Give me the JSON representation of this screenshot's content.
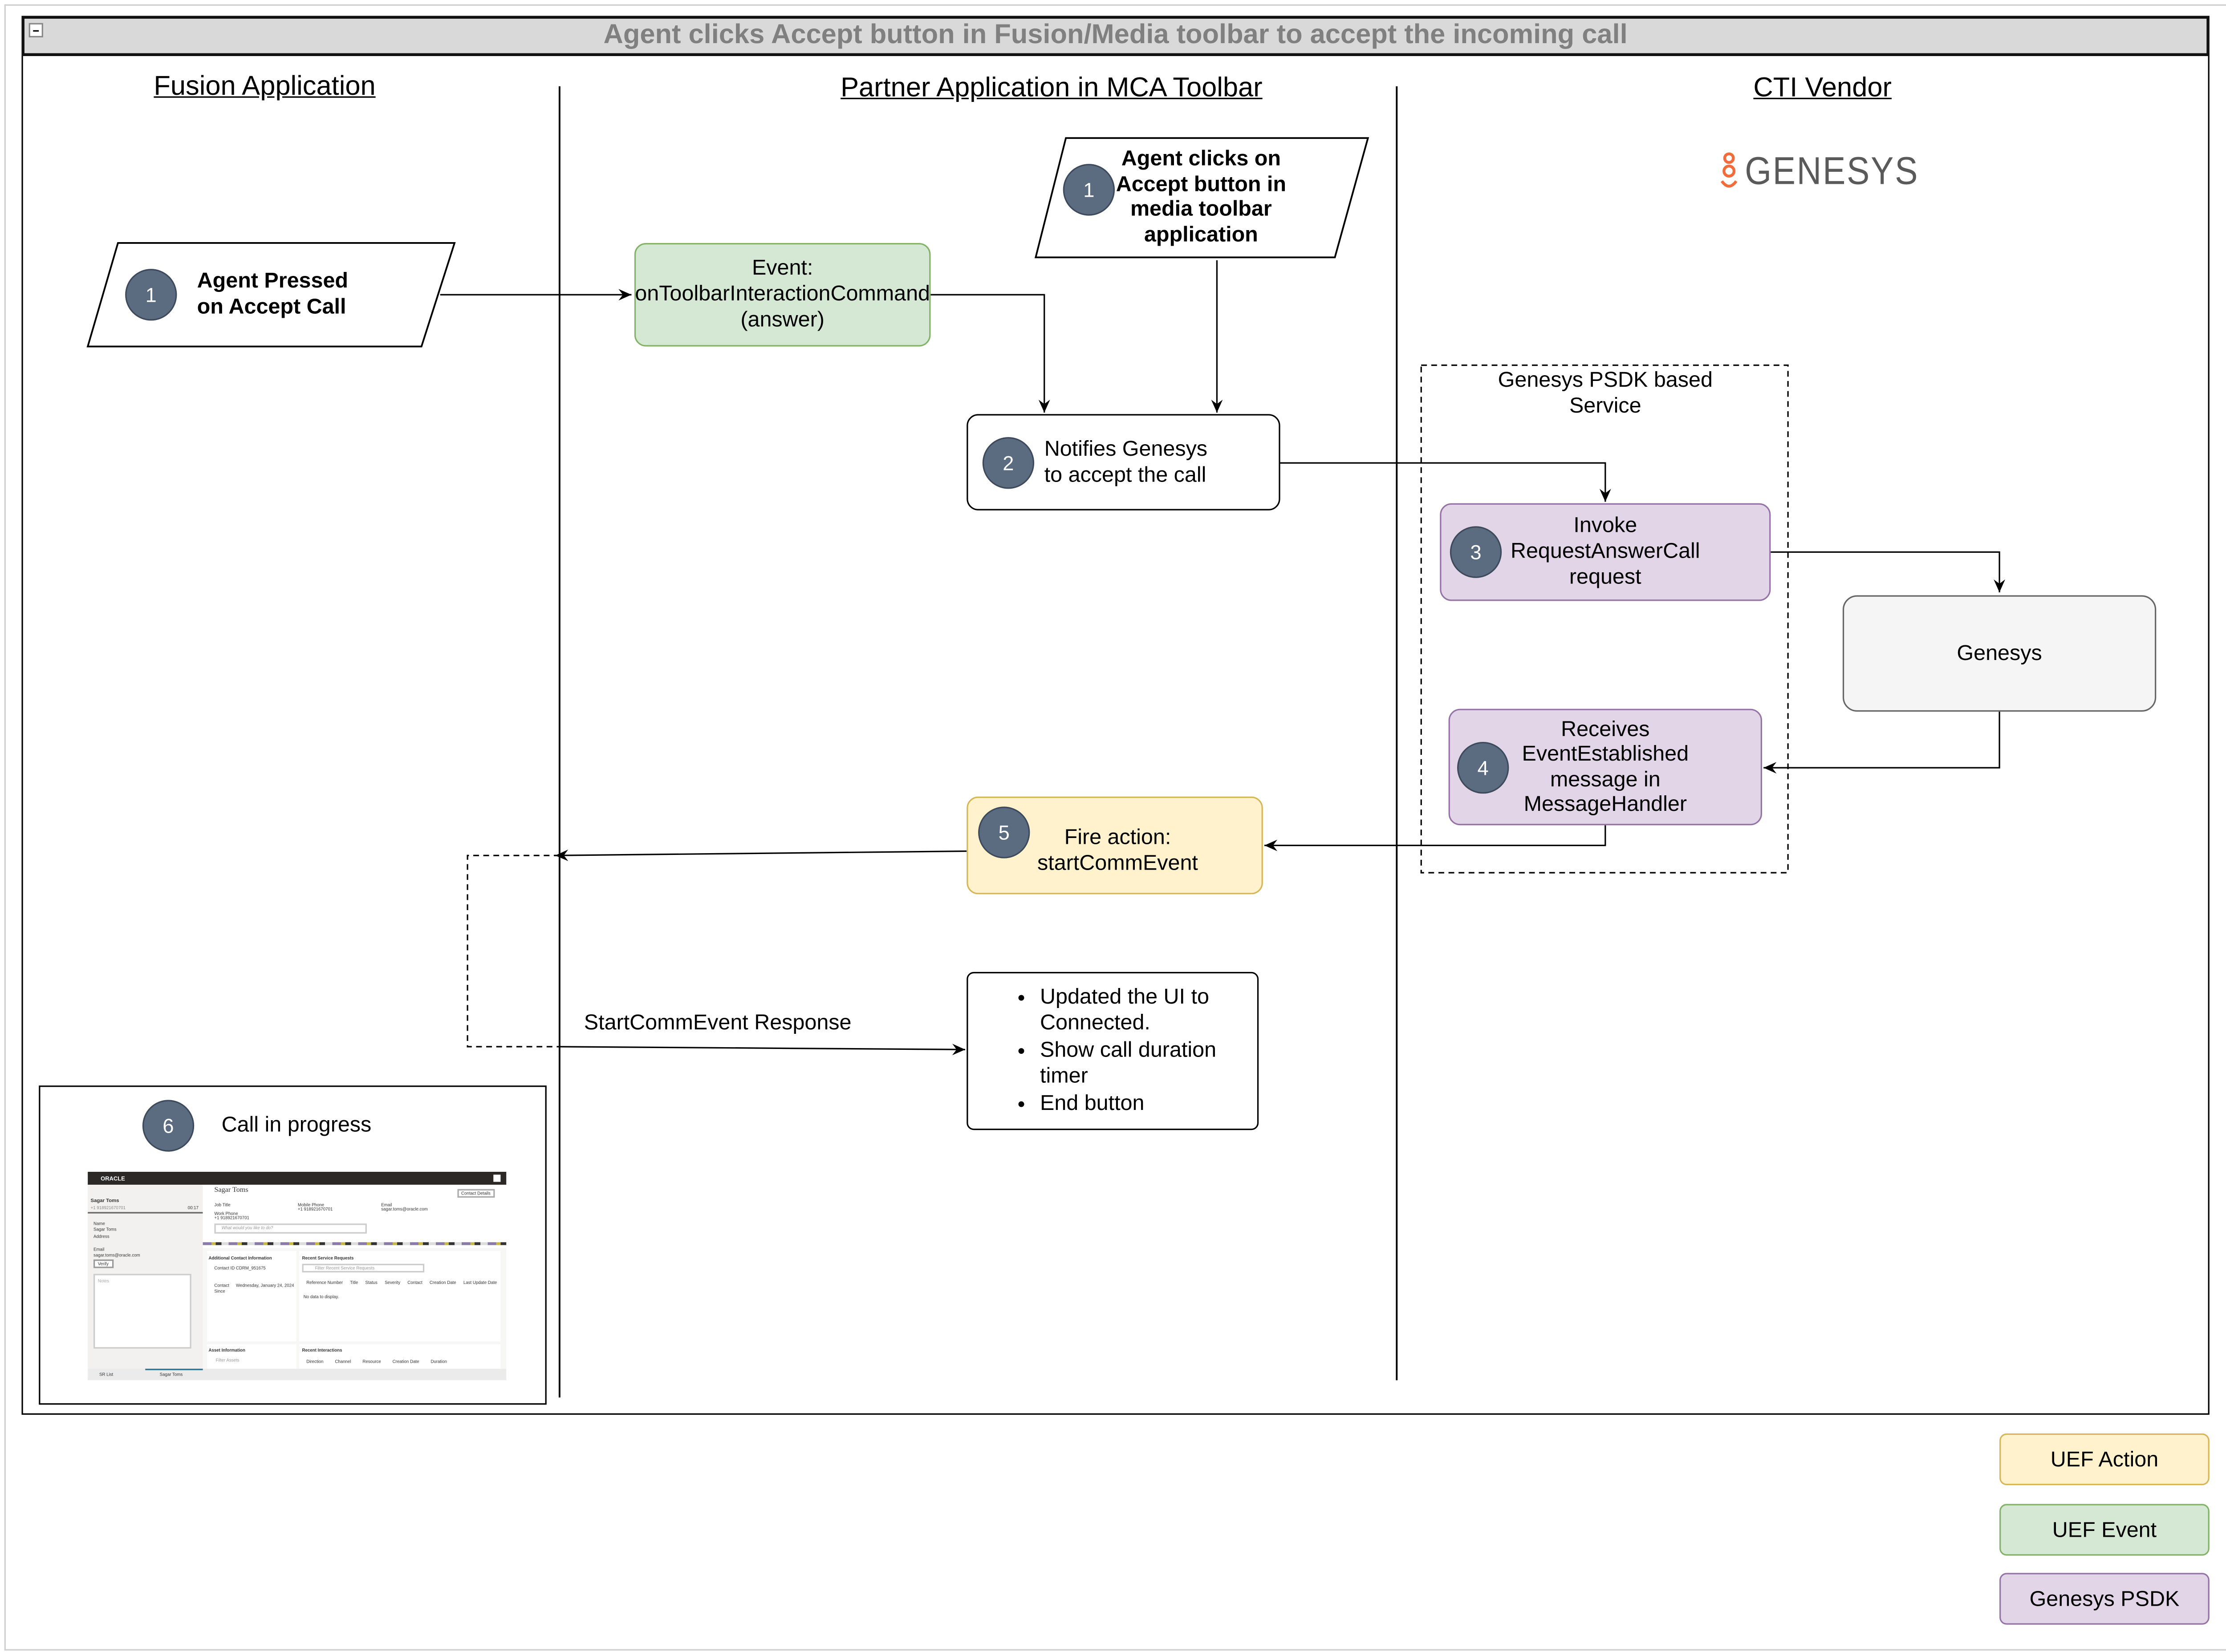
{
  "title": "Agent clicks Accept button in Fusion/Media toolbar to accept the incoming call",
  "lanes": [
    "Fusion Application",
    "Partner Application in MCA Toolbar",
    "CTI Vendor"
  ],
  "vendor_logo": "GENESYS",
  "colors": {
    "uef_action": "#fff2cc",
    "uef_event": "#d5e8d4",
    "genesys_psdk": "#e1d5e7",
    "step_circle": "#5b6b80",
    "logo_orange": "#f26b3a"
  },
  "nodes": {
    "agent_pressed": {
      "step": "1",
      "text": "Agent Pressed\non Accept Call"
    },
    "event": {
      "text": "Event:\nonToolbarInteractionCommand\n(answer)"
    },
    "agent_clicks": {
      "step": "1",
      "text": "Agent clicks on\nAccept button in\nmedia toolbar\napplication"
    },
    "notifies": {
      "step": "2",
      "text": "Notifies Genesys\nto accept the call"
    },
    "psdk_group": {
      "text": "Genesys PSDK based\nService"
    },
    "invoke": {
      "step": "3",
      "text": "Invoke\nRequestAnswerCall\nrequest"
    },
    "genesys": {
      "text": "Genesys"
    },
    "receives": {
      "step": "4",
      "text": "Receives\nEventEstablished\nmessage in\nMessageHandler"
    },
    "fire_action": {
      "step": "5",
      "text": "Fire action:\nstartCommEvent"
    },
    "response_label": "StartCommEvent Response",
    "updates": [
      "Updated the UI to\nConnected.",
      "Show call duration\ntimer",
      "End button"
    ],
    "call_in_progress": {
      "step": "6",
      "text": "Call in progress"
    }
  },
  "mini_screenshot": {
    "brand": "ORACLE",
    "contact_name": "Sagar Toms",
    "phone": "+1 918921670701",
    "timer": "00:17",
    "name_label": "Name",
    "address_label": "Address",
    "email_label": "Email",
    "email": "sagar.toms@oracle.com",
    "verify": "Verify",
    "notes": "Notes",
    "contact_details": "Contact Details",
    "job_title": "Job Title",
    "work_phone": "Work Phone",
    "mobile_phone": "Mobile Phone",
    "ask": "What would you like to do?",
    "additional_info": "Additional Contact Information",
    "contact_id_label": "Contact ID",
    "contact_id": "CDRM_951675",
    "contact_since_label": "Contact Since",
    "contact_since": "Wednesday, January 24, 2024",
    "recent_sr": "Recent Service Requests",
    "filter_sr": "Filter Recent Service Requests",
    "sr_columns": [
      "Reference Number",
      "Title",
      "Status",
      "Severity",
      "Contact",
      "Creation Date",
      "Last Update Date"
    ],
    "no_data": "No data to display.",
    "asset_info": "Asset Information",
    "filter_assets": "Filter Assets",
    "recent_interactions": "Recent Interactions",
    "ri_columns": [
      "Direction",
      "Channel",
      "Resource",
      "Creation Date",
      "Duration"
    ],
    "tabs": [
      "SR List",
      "Sagar Toms"
    ]
  },
  "legend": [
    "UEF Action",
    "UEF Event",
    "Genesys PSDK"
  ]
}
